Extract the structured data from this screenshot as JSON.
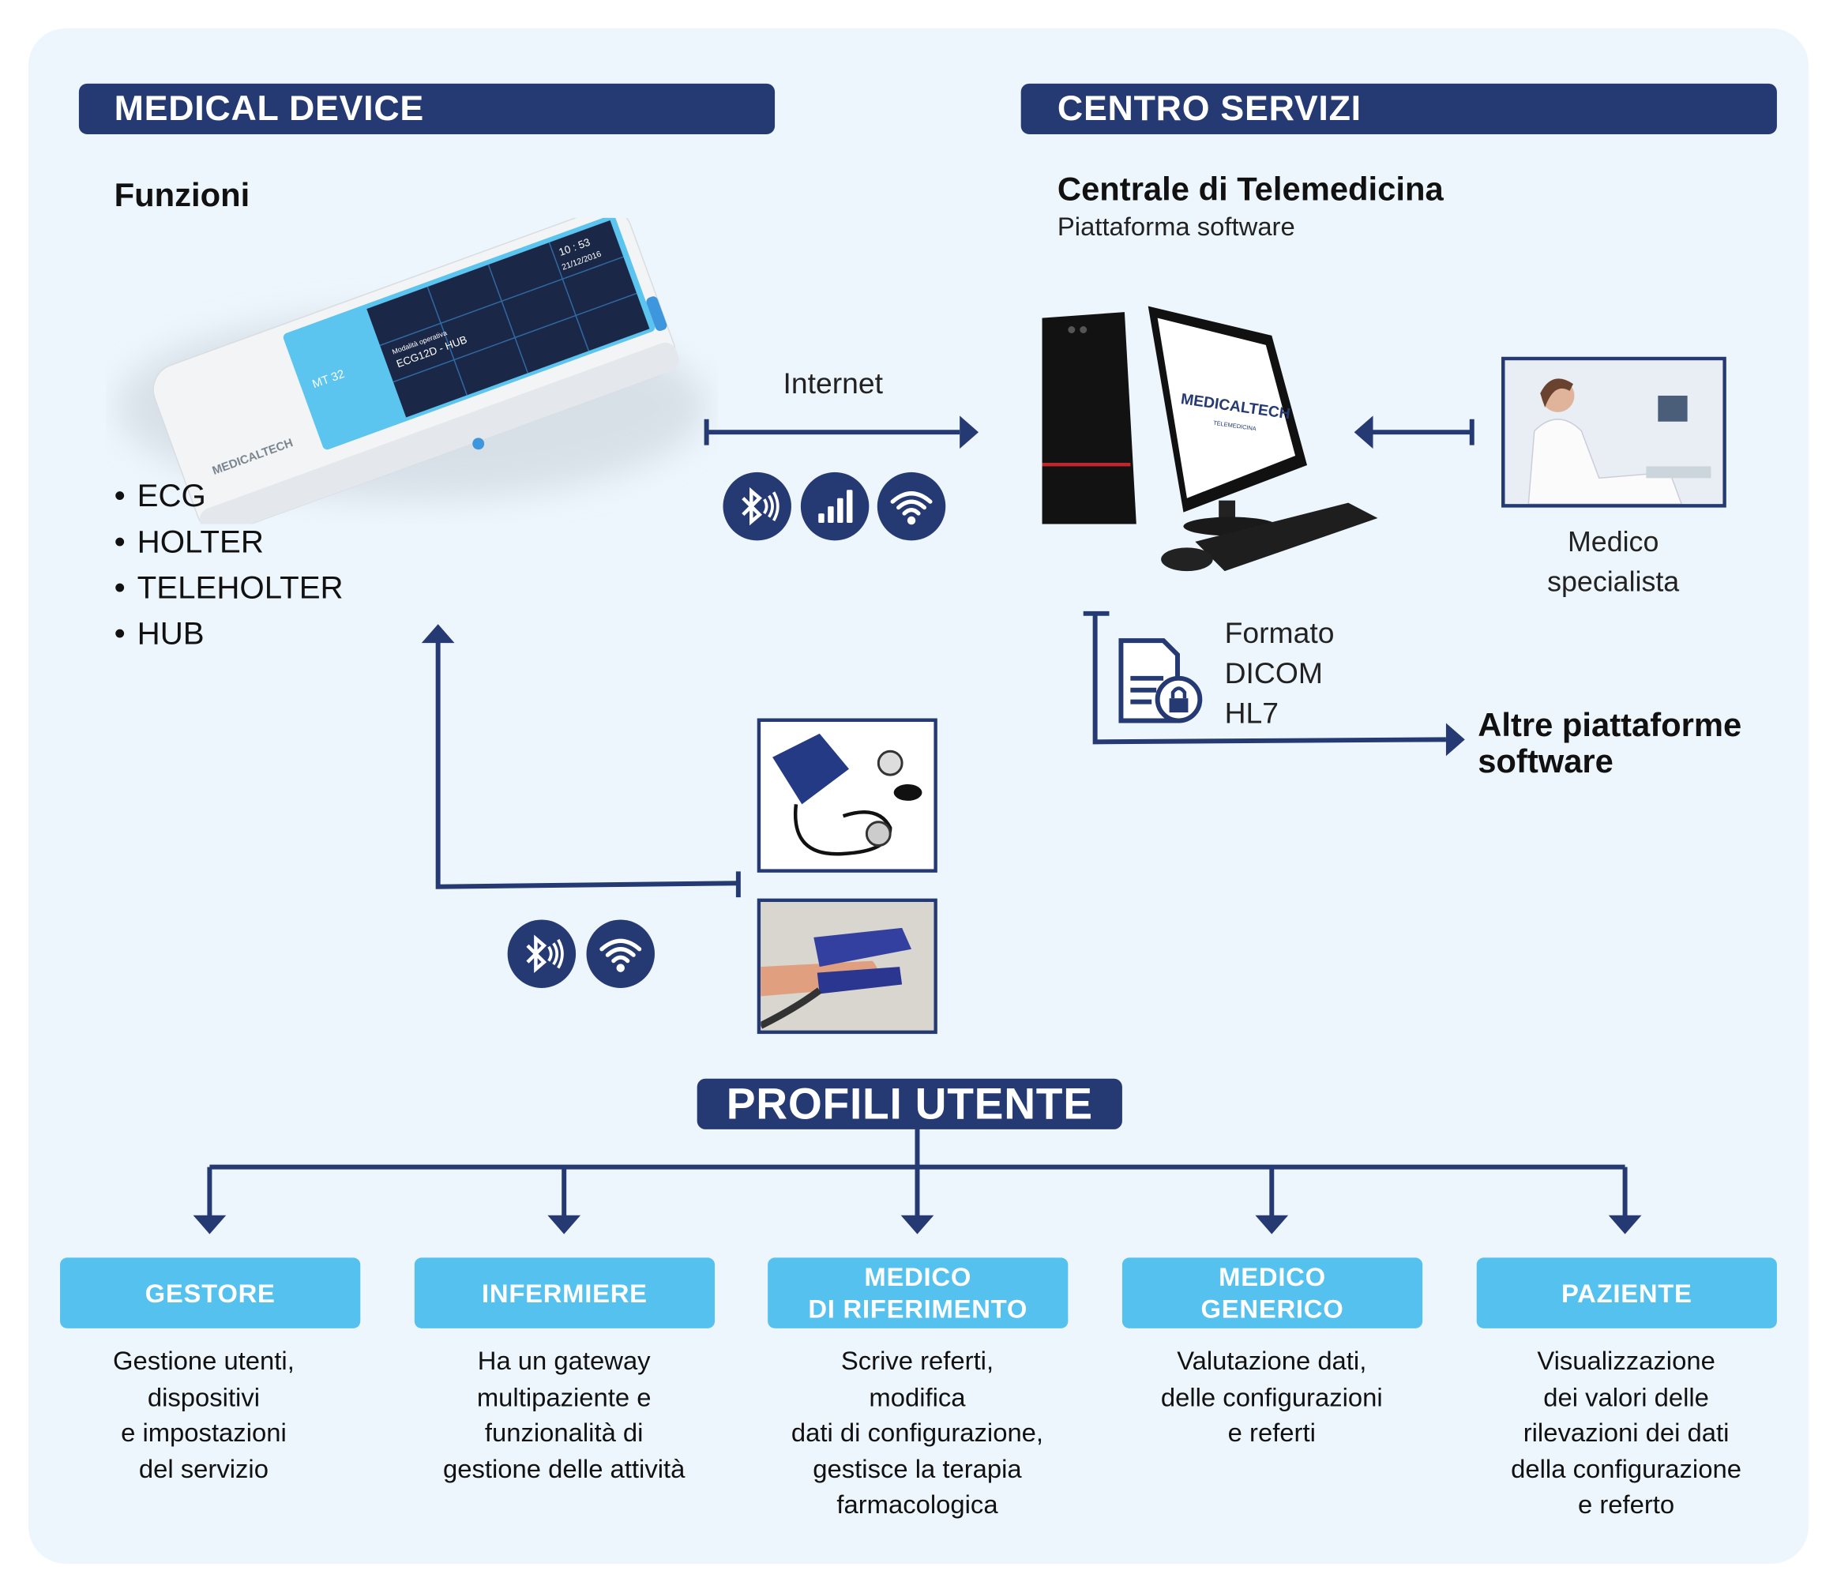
{
  "colors": {
    "navy": "#253a73",
    "light_blue": "#55c1ee",
    "panel_bg": "#eef6fd"
  },
  "medical_device": {
    "header": "MEDICAL DEVICE",
    "functions_title": "Funzioni",
    "functions": [
      "ECG",
      "HOLTER",
      "TELEHOLTER",
      "HUB"
    ],
    "device_screen": {
      "model": "MT 32",
      "mode_label": "Modalità operativa",
      "mode": "ECG12D - HUB",
      "time": "10 : 53",
      "date": "21/12/2016",
      "brand": "MEDICALTECH"
    }
  },
  "connection": {
    "internet_label": "Internet",
    "icons": [
      "bluetooth-icon",
      "cellular-signal-icon",
      "wifi-icon"
    ]
  },
  "centro_servizi": {
    "header": "CENTRO SERVIZI",
    "title": "Centrale di Telemedicina",
    "subtitle": "Piattaforma software",
    "monitor_brand": "MEDICALTECH",
    "monitor_sub": "TELEMEDICINA",
    "specialist_label_line1": "Medico",
    "specialist_label_line2": "specialista",
    "formats": [
      "Formato",
      "DICOM",
      "HL7"
    ],
    "other_platforms_line1": "Altre piattaforme",
    "other_platforms_line2": "software"
  },
  "peripherals": {
    "icons": [
      "bluetooth-icon",
      "wifi-icon"
    ]
  },
  "profiles": {
    "header": "PROFILI UTENTE",
    "items": [
      {
        "title": [
          "GESTORE"
        ],
        "desc": [
          "Gestione utenti,",
          "dispositivi",
          "e impostazioni",
          "del servizio"
        ]
      },
      {
        "title": [
          "INFERMIERE"
        ],
        "desc": [
          "Ha un gateway",
          "multipaziente e",
          "funzionalità di",
          "gestione delle attività"
        ]
      },
      {
        "title": [
          "MEDICO",
          "DI RIFERIMENTO"
        ],
        "desc": [
          "Scrive referti,",
          "modifica",
          "dati di configurazione,",
          "gestisce la terapia",
          "farmacologica"
        ]
      },
      {
        "title": [
          "MEDICO",
          "GENERICO"
        ],
        "desc": [
          "Valutazione dati,",
          "delle configurazioni",
          "e referti"
        ]
      },
      {
        "title": [
          "PAZIENTE"
        ],
        "desc": [
          "Visualizzazione",
          "dei valori delle",
          "rilevazioni dei dati",
          "della configurazione",
          "e referto"
        ]
      }
    ]
  }
}
